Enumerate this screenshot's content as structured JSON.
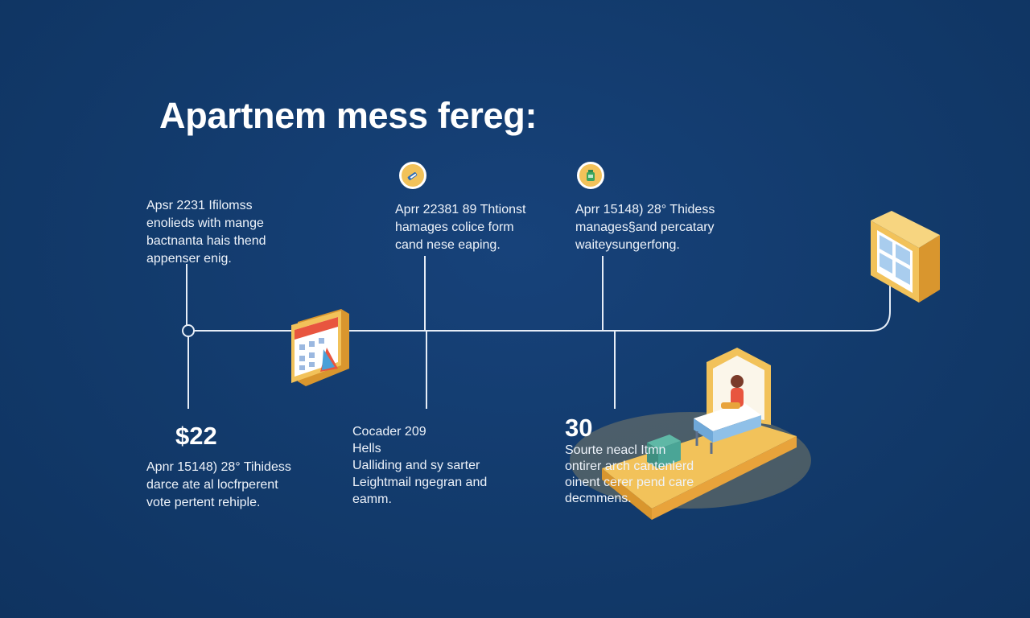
{
  "title": "Apartnem mess fereg:",
  "top_events": [
    {
      "lines": [
        "Apsr 2231 Ifilomss",
        "enolieds with mange",
        "bactnanta hais thend",
        "appenser enig."
      ]
    },
    {
      "lines": [
        "Aprr 22381 89 Thtionst",
        "hamages colice form",
        "cand nese eaping."
      ]
    },
    {
      "lines": [
        "Aprr 15148) 28° Thidess",
        "manages§and percatary",
        "waiteysungerfong."
      ]
    }
  ],
  "bottom_events": [
    {
      "stat": "$22",
      "lines": [
        "Apnr 15148) 28° Tihidess",
        "darce ate al locfrperent",
        "vote pertent rehiple."
      ]
    },
    {
      "lines": [
        "Cocader 209",
        "Hells",
        "Ualliding and sy sarter",
        "Leightmail ngegran and",
        "eamm."
      ]
    },
    {
      "stat": "30",
      "lines": [
        "Sourte neacl Itmn",
        "ontirer arch cantenlerd",
        "oinent cerer pend care",
        "decmmens."
      ]
    }
  ],
  "icons": {
    "badge_left": "paperclip-badge-icon",
    "badge_right": "bottle-badge-icon",
    "calendar": "calendar-icon",
    "window": "window-icon",
    "bedroom": "bedroom-illustration-icon"
  },
  "colors": {
    "background": "#123a6b",
    "line": "#e6edf7",
    "accent_yellow": "#f2c25a",
    "accent_orange": "#e8a33b",
    "calendar_red": "#e8553f"
  }
}
